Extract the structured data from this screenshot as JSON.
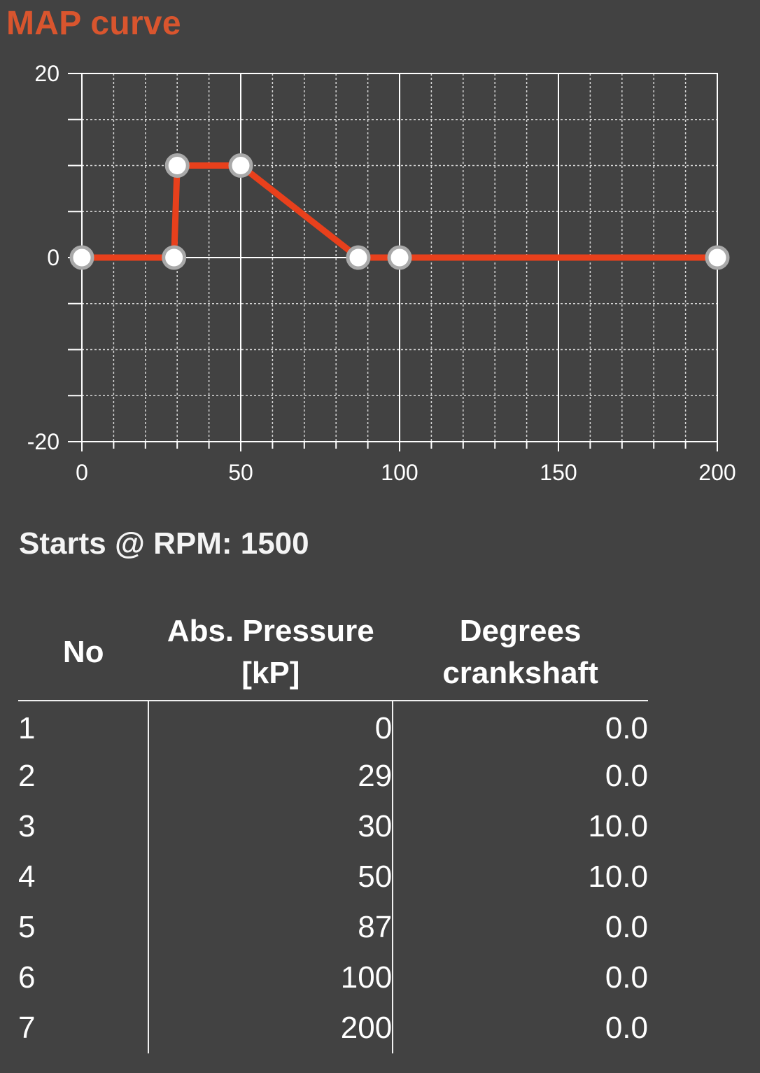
{
  "title": "MAP curve",
  "starts_label": "Starts @ RPM: 1500",
  "colors": {
    "background": "#424242",
    "title": "#d9552e",
    "curve": "#e8401c",
    "point_fill": "#ffffff",
    "point_stroke": "#a9a9a9",
    "grid": "#ffffff"
  },
  "table": {
    "headers": {
      "no": "No",
      "pressure": "Abs. Pressure [kP]",
      "degrees": "Degrees crankshaft"
    },
    "rows": [
      {
        "no": "1",
        "pressure": "0",
        "degrees": "0.0"
      },
      {
        "no": "2",
        "pressure": "29",
        "degrees": "0.0"
      },
      {
        "no": "3",
        "pressure": "30",
        "degrees": "10.0"
      },
      {
        "no": "4",
        "pressure": "50",
        "degrees": "10.0"
      },
      {
        "no": "5",
        "pressure": "87",
        "degrees": "0.0"
      },
      {
        "no": "6",
        "pressure": "100",
        "degrees": "0.0"
      },
      {
        "no": "7",
        "pressure": "200",
        "degrees": "0.0"
      }
    ]
  },
  "chart_data": {
    "type": "line",
    "title": "",
    "xlabel": "",
    "ylabel": "",
    "x": [
      0,
      29,
      30,
      50,
      87,
      100,
      200
    ],
    "y": [
      0,
      0,
      10,
      10,
      0,
      0,
      0
    ],
    "xlim": [
      0,
      200
    ],
    "ylim": [
      -20,
      20
    ],
    "x_ticks": [
      "0",
      "50",
      "100",
      "150",
      "200"
    ],
    "y_ticks": [
      "20",
      "0",
      "-20"
    ],
    "grid": true
  }
}
